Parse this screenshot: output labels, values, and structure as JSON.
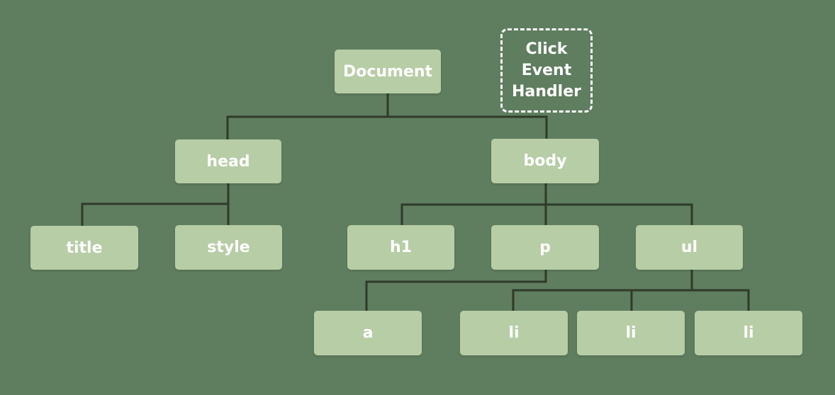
{
  "diagram": {
    "nodes": {
      "document": "Document",
      "head": "head",
      "body": "body",
      "title": "title",
      "style": "style",
      "h1": "h1",
      "p": "p",
      "ul": "ul",
      "a": "a",
      "li_1": "li",
      "li_2": "li",
      "li_3": "li"
    },
    "handler": "Click\nEvent\nHandler",
    "edges": [
      [
        "document",
        "head"
      ],
      [
        "document",
        "body"
      ],
      [
        "head",
        "title"
      ],
      [
        "head",
        "style"
      ],
      [
        "body",
        "h1"
      ],
      [
        "body",
        "p"
      ],
      [
        "body",
        "ul"
      ],
      [
        "p",
        "a"
      ],
      [
        "ul",
        "li_1"
      ],
      [
        "ul",
        "li_2"
      ],
      [
        "ul",
        "li_3"
      ]
    ],
    "colors": {
      "background": "#5f7d5f",
      "node_fill": "#b7cda5",
      "connector": "#2f3a28",
      "text": "#ffffff",
      "handler_border": "#ffffff"
    }
  }
}
